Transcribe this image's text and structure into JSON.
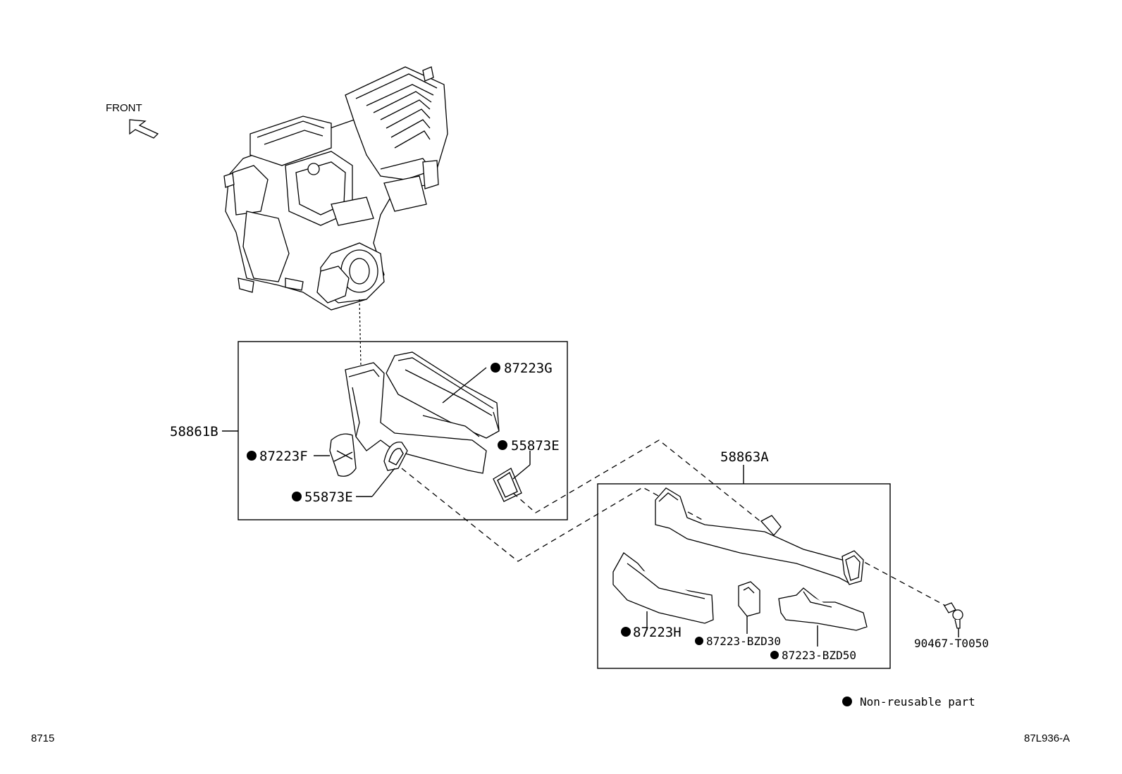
{
  "diagram": {
    "front_label": "FRONT",
    "callouts": {
      "p58861B": "58861B",
      "p87223G": "87223G",
      "p87223F": "87223F",
      "p55873E_right": "55873E",
      "p55873E_left": "55873E",
      "p58863A": "58863A",
      "p87223H": "87223H",
      "p87223BZD30": "87223-BZD30",
      "p87223BZD50": "87223-BZD50",
      "p90467T0050": "90467-T0050"
    },
    "legend": {
      "marker": "●",
      "text": "Non-reusable part"
    },
    "footer": {
      "page_code": "8715",
      "figure_code": "87L936-A"
    }
  }
}
